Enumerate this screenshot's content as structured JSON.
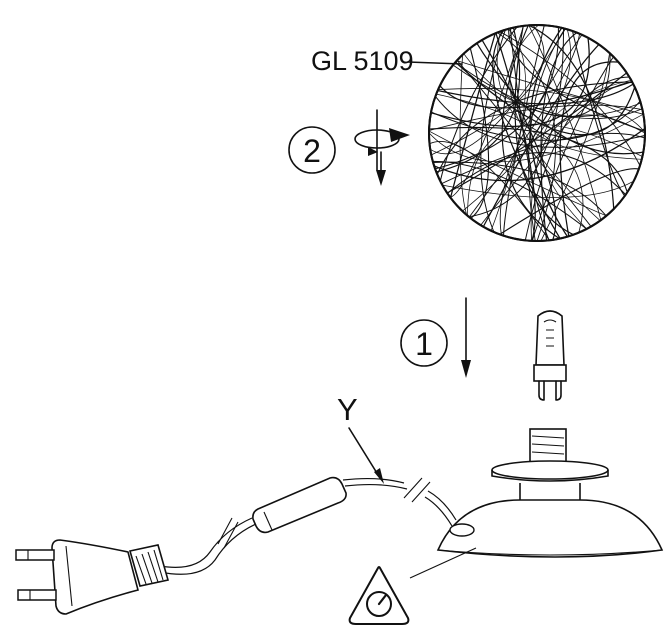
{
  "diagram": {
    "model_label": "GL 5109",
    "step_1": "1",
    "step_2": "2",
    "cable_label": "Y"
  },
  "icons": {
    "rotate": "rotate-arrow-icon",
    "down": "down-arrow-icon",
    "dimmer": "dimmer-knob-icon"
  },
  "colors": {
    "line": "#111111",
    "background": "#ffffff"
  }
}
